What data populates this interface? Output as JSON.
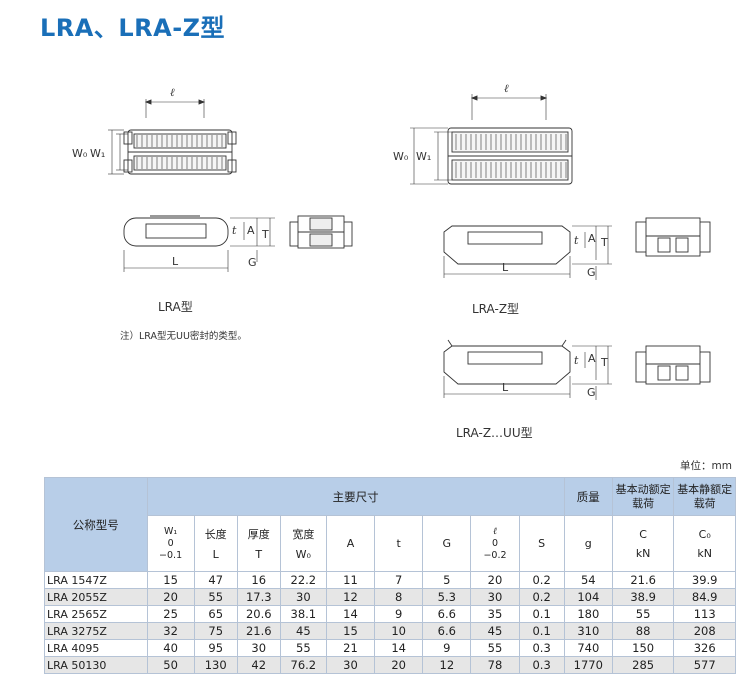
{
  "page": {
    "title": "LRA、LRA-Z型",
    "unit_label": "单位：mm",
    "note": "注）LRA型无UU密封的类型。"
  },
  "figures": {
    "lra": {
      "caption": "LRA型",
      "labels": {
        "l": "ℓ",
        "w0": "W₀",
        "w1": "W₁",
        "t": "t",
        "A": "A",
        "T": "T",
        "L": "L",
        "G": "G"
      }
    },
    "lra_z": {
      "caption": "LRA-Z型",
      "labels": {
        "l": "ℓ",
        "w0": "W₀",
        "w1": "W₁",
        "t": "t",
        "A": "A",
        "T": "T",
        "L": "L",
        "G": "G"
      }
    },
    "lra_z_uu": {
      "caption": "LRA-Z…UU型",
      "labels": {
        "t": "t",
        "A": "A",
        "T": "T",
        "L": "L",
        "G": "G"
      }
    }
  },
  "table": {
    "header": {
      "model": "公称型号",
      "main_dims": "主要尺寸",
      "mass": "质量",
      "mass_unit": "g",
      "dyn_load": "基本动额定载荷",
      "dyn_sym": "C",
      "dyn_unit": "kN",
      "stat_load": "基本静额定载荷",
      "stat_sym": "C₀",
      "stat_unit": "kN",
      "cols": [
        {
          "sym": "W₁",
          "tol_top": "0",
          "tol_bot": "−0.1"
        },
        {
          "name": "长度",
          "sym": "L"
        },
        {
          "name": "厚度",
          "sym": "T"
        },
        {
          "name": "宽度",
          "sym": "W₀"
        },
        {
          "sym": "A"
        },
        {
          "sym": "t"
        },
        {
          "sym": "G"
        },
        {
          "sym": "ℓ",
          "tol_top": "0",
          "tol_bot": "−0.2"
        },
        {
          "sym": "S"
        }
      ]
    },
    "rows": [
      {
        "model": "LRA 1547Z",
        "vals": [
          "15",
          "47",
          "16",
          "22.2",
          "11",
          "7",
          "5",
          "20",
          "0.2",
          "54",
          "21.6",
          "39.9"
        ]
      },
      {
        "model": "LRA 2055Z",
        "vals": [
          "20",
          "55",
          "17.3",
          "30",
          "12",
          "8",
          "5.3",
          "30",
          "0.2",
          "104",
          "38.9",
          "84.9"
        ]
      },
      {
        "model": "LRA 2565Z",
        "vals": [
          "25",
          "65",
          "20.6",
          "38.1",
          "14",
          "9",
          "6.6",
          "35",
          "0.1",
          "180",
          "55",
          "113"
        ]
      },
      {
        "model": "LRA 3275Z",
        "vals": [
          "32",
          "75",
          "21.6",
          "45",
          "15",
          "10",
          "6.6",
          "45",
          "0.1",
          "310",
          "88",
          "208"
        ]
      },
      {
        "model": "LRA 4095",
        "vals": [
          "40",
          "95",
          "30",
          "55",
          "21",
          "14",
          "9",
          "55",
          "0.3",
          "740",
          "150",
          "326"
        ]
      },
      {
        "model": "LRA 50130",
        "vals": [
          "50",
          "130",
          "42",
          "76.2",
          "30",
          "20",
          "12",
          "78",
          "0.3",
          "1770",
          "285",
          "577"
        ]
      }
    ]
  }
}
